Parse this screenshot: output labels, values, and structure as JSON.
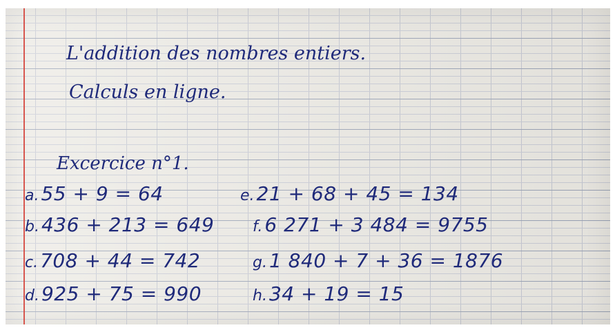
{
  "title_line1": "L'addition des nombres entiers.",
  "title_line2": "Calculs en ligne.",
  "exercise_heading": "Excercice n°1.",
  "calculations": [
    {
      "label": "a.",
      "expression": "55 + 9 = 64"
    },
    {
      "label": "b.",
      "expression": "436 + 213 = 649"
    },
    {
      "label": "c.",
      "expression": "708 + 44 = 742"
    },
    {
      "label": "d.",
      "expression": "925 + 75 = 990"
    },
    {
      "label": "e.",
      "expression": "21 + 68 + 45 = 134"
    },
    {
      "label": "f.",
      "expression": "6 271 + 3 484 = 9755"
    },
    {
      "label": "g.",
      "expression": "1 840 + 7 + 36 = 1876"
    },
    {
      "label": "h.",
      "expression": "34 + 19 = 15"
    }
  ],
  "colors": {
    "ink": "#1f2a7a",
    "margin_line": "#d5463e",
    "paper": "#eceae4",
    "grid_line": "#9aa3b6"
  }
}
